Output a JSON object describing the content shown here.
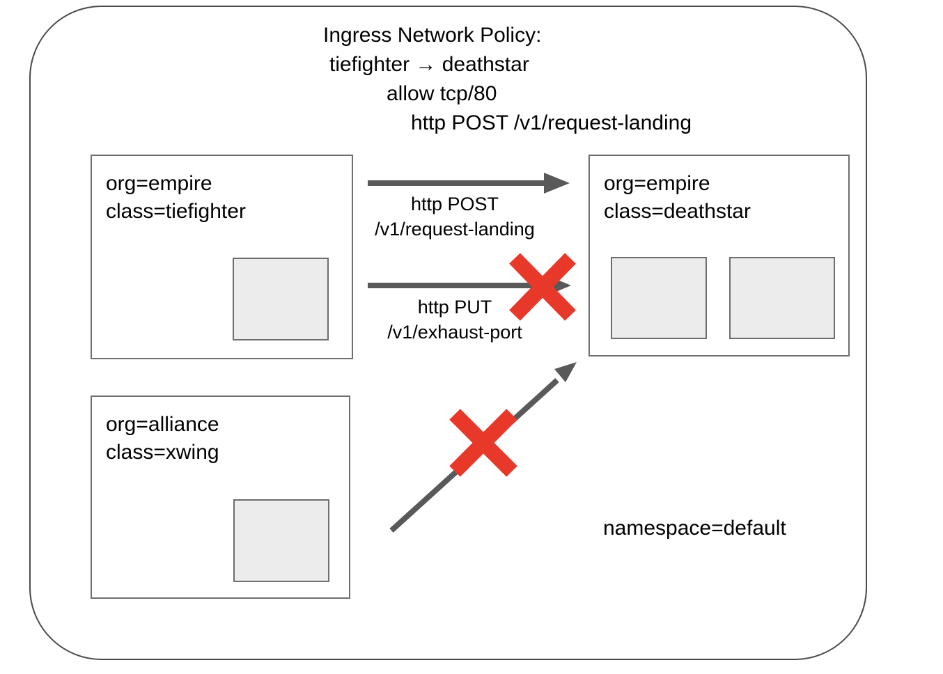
{
  "diagram": {
    "title_lines": [
      "Ingress Network Policy:",
      "tiefighter → deathstar",
      "allow tcp/80",
      "http POST /v1/request-landing"
    ],
    "namespace_label": "namespace=default",
    "colors": {
      "boundary": "#4c4c4e",
      "box_border": "#6e6e72",
      "pod_fill": "#ececec",
      "arrow": "#595959",
      "blocked": "#e8382a",
      "text": "#000000",
      "background": "#ffffff"
    },
    "endpoints": [
      {
        "id": "tiefighter",
        "labels": [
          "org=empire",
          "class=tiefighter"
        ],
        "pod_count": 1
      },
      {
        "id": "deathstar",
        "labels": [
          "org=empire",
          "class=deathstar"
        ],
        "pod_count": 2
      },
      {
        "id": "xwing",
        "labels": [
          "org=alliance",
          "class=xwing"
        ],
        "pod_count": 1
      }
    ],
    "flows": [
      {
        "id": "post-request-landing",
        "from": "tiefighter",
        "to": "deathstar",
        "label_lines": [
          "http POST",
          "/v1/request-landing"
        ],
        "status": "allowed",
        "blocked_mark": false
      },
      {
        "id": "put-exhaust-port",
        "from": "tiefighter",
        "to": "deathstar",
        "label_lines": [
          "http PUT",
          "/v1/exhaust-port"
        ],
        "status": "blocked",
        "blocked_mark": true
      },
      {
        "id": "xwing-to-deathstar",
        "from": "xwing",
        "to": "deathstar",
        "label_lines": [],
        "status": "blocked",
        "blocked_mark": true
      }
    ]
  }
}
